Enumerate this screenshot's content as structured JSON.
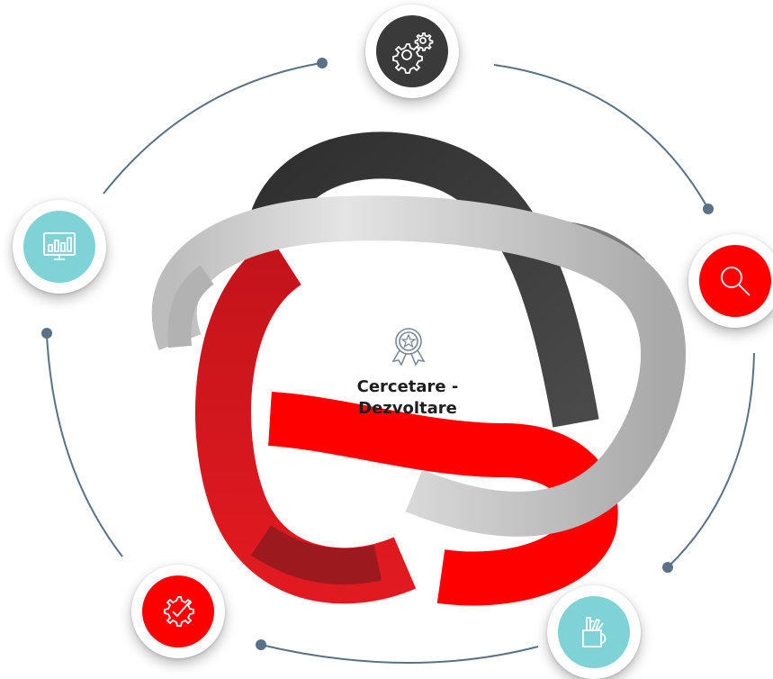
{
  "center": {
    "line1": "Cercetare -",
    "line2": "Dezvoltare",
    "icon": "award-ribbon-icon"
  },
  "nodes": [
    {
      "id": "settings",
      "icon": "gears-icon",
      "color": "#3a3a3a"
    },
    {
      "id": "search",
      "icon": "magnifier-icon",
      "color": "#ff0000"
    },
    {
      "id": "tools",
      "icon": "pencil-cup-icon",
      "color": "#7fd3d6"
    },
    {
      "id": "process",
      "icon": "gear-check-icon",
      "color": "#ff0000"
    },
    {
      "id": "analytics",
      "icon": "monitor-chart-icon",
      "color": "#7fd3d6"
    }
  ],
  "colors": {
    "ring_dark": "#3a3a3a",
    "ring_light": "#d6d6d6",
    "ring_red": "#e0161c",
    "ring_bright_red": "#ff0000",
    "connector": "#5a7186"
  }
}
